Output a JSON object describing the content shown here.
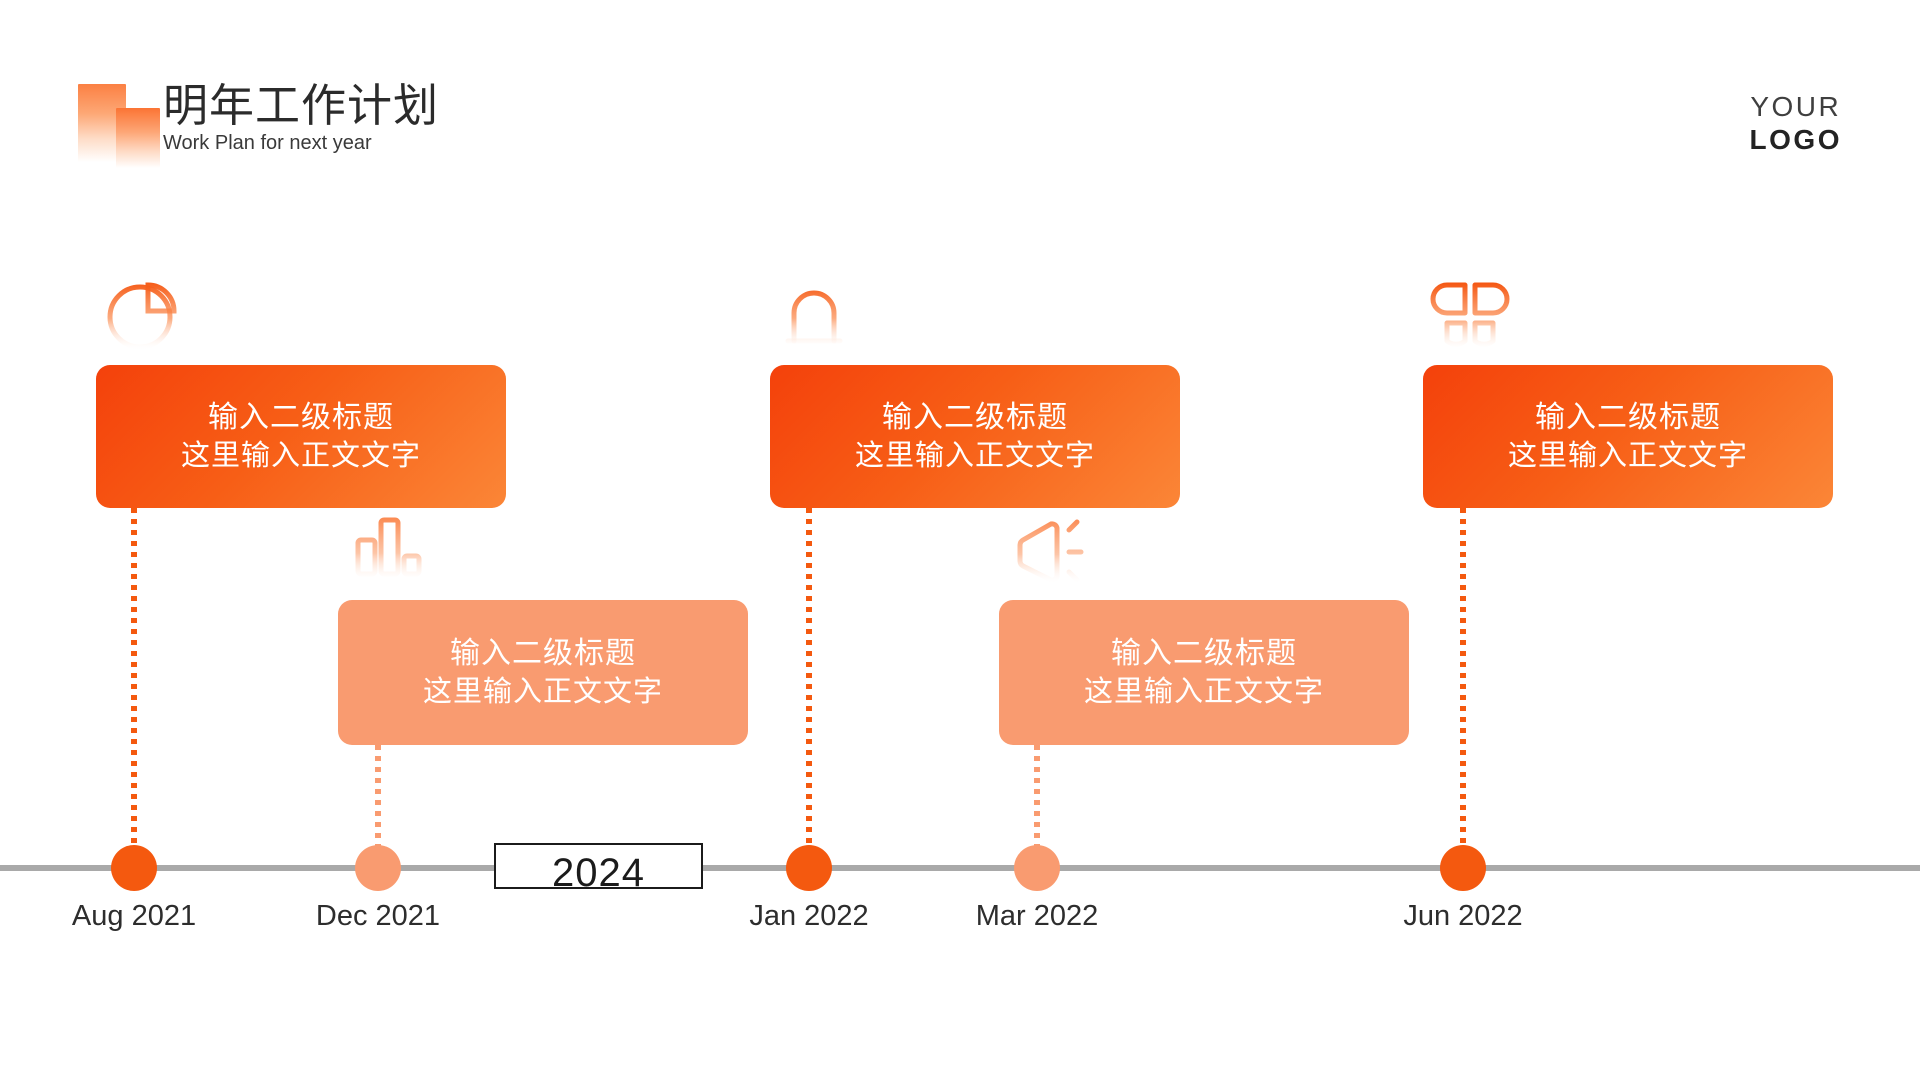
{
  "header": {
    "title": "明年工作计划",
    "subtitle": "Work Plan for next year",
    "logo_top": "YOUR",
    "logo_bottom": "LOGO",
    "mark_icon": "gradient-bars-mark"
  },
  "timeline": {
    "year_label": "2024",
    "axis_color": "#a9a9a9",
    "accent_dark": "#F4601A",
    "accent_light": "#F99868",
    "milestones": [
      {
        "date": "Aug 2021",
        "position": "top",
        "icon": "pie-chart-icon",
        "dot_color": "#F4590F",
        "card": {
          "title": "输入二级标题",
          "body": "这里输入正文文字",
          "style": "gradient"
        }
      },
      {
        "date": "Dec 2021",
        "position": "bottom",
        "icon": "bar-chart-icon",
        "dot_color": "#F99B70",
        "card": {
          "title": "输入二级标题",
          "body": "这里输入正文文字",
          "style": "solid-light"
        }
      },
      {
        "date": "Jan 2022",
        "position": "top",
        "icon": "bell-icon",
        "dot_color": "#F4590F",
        "card": {
          "title": "输入二级标题",
          "body": "这里输入正文文字",
          "style": "gradient"
        }
      },
      {
        "date": "Mar 2022",
        "position": "bottom",
        "icon": "speaker-icon",
        "dot_color": "#F99B70",
        "card": {
          "title": "输入二级标题",
          "body": "这里输入正文文字",
          "style": "solid-light"
        }
      },
      {
        "date": "Jun 2022",
        "position": "top",
        "icon": "apps-grid-icon",
        "dot_color": "#F4590F",
        "card": {
          "title": "输入二级标题",
          "body": "这里输入正文文字",
          "style": "gradient"
        }
      }
    ]
  }
}
